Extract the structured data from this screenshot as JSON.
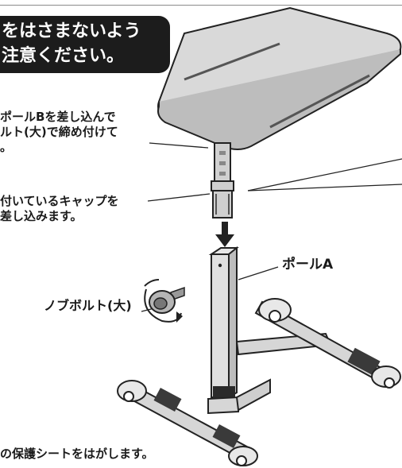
{
  "banner": {
    "line1": "をはさまないよう",
    "line2": "注意ください。"
  },
  "callouts": {
    "pole_b_line1": "ポールBを差し込んで",
    "pole_b_line2": "ルト(大)で締め付けて",
    "cap_line1": "付いているキャップを",
    "cap_line2": "差し込みます。",
    "pole_a": "ポールA",
    "knob_bolt": "ノブボルト(大)",
    "sheet": "の保護シートをはがします。"
  }
}
